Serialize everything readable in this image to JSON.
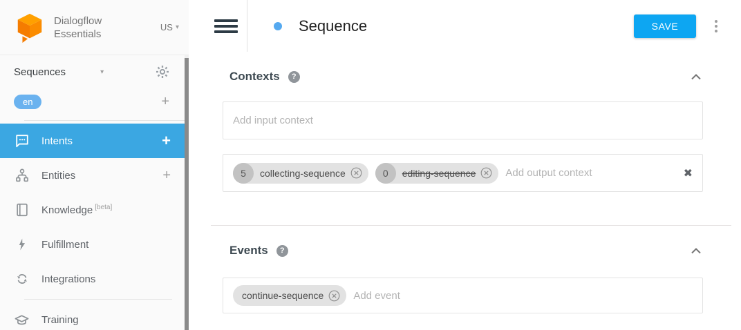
{
  "brand": {
    "line1": "Dialogflow",
    "line2": "Essentials",
    "region": "US"
  },
  "sidebar": {
    "agent_name": "Sequences",
    "language_badge": "en",
    "items": [
      {
        "label": "Intents",
        "active": true,
        "has_add": true
      },
      {
        "label": "Entities",
        "has_add": true
      },
      {
        "label": "Knowledge",
        "beta": "[beta]"
      },
      {
        "label": "Fulfillment"
      },
      {
        "label": "Integrations"
      },
      {
        "label": "Training"
      }
    ]
  },
  "header": {
    "title": "Sequence",
    "save": "SAVE"
  },
  "contexts": {
    "heading": "Contexts",
    "help": "?",
    "input_placeholder": "Add input context",
    "output_placeholder": "Add output context",
    "output_chips": [
      {
        "lifespan": "5",
        "label": "collecting-sequence",
        "strikethrough": false
      },
      {
        "lifespan": "0",
        "label": "editing-sequence",
        "strikethrough": true
      }
    ]
  },
  "events": {
    "heading": "Events",
    "help": "?",
    "placeholder": "Add event",
    "chips": [
      {
        "label": "continue-sequence"
      }
    ]
  },
  "icons": {
    "caret_down": "▾",
    "plus": "+",
    "clear": "✖"
  },
  "colors": {
    "accent_blue": "#3ba7e2",
    "save_blue": "#0da6f2",
    "badge_blue": "#6ab2ef",
    "logo_orange": "#F57C00",
    "scrollbar": "#8a8a8a"
  }
}
